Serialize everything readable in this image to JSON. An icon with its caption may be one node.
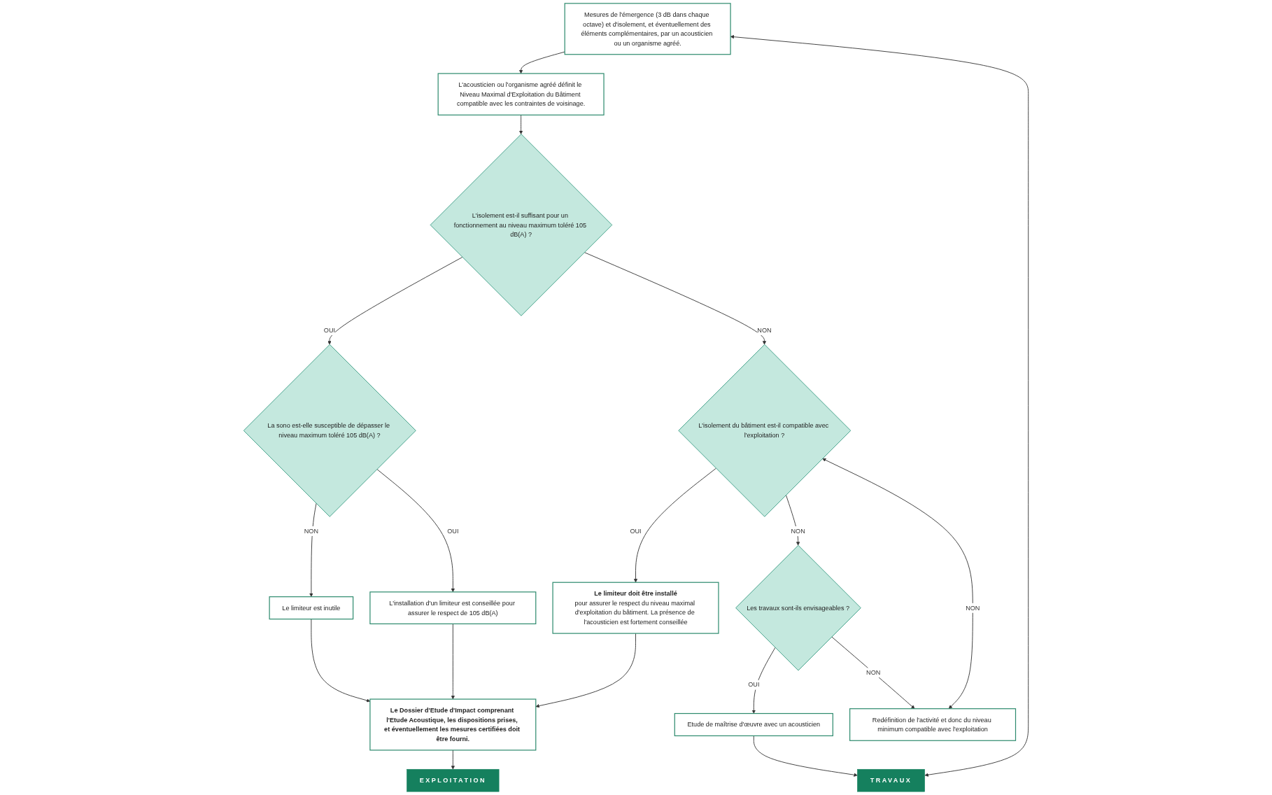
{
  "diagram": {
    "nodes": [
      {
        "text": [
          "Mesures de l'émergence (3 dB dans chaque octave) et d'isolement, et éventuellement des éléments complémentaires, par un acousticien ou un organisme agréé."
        ]
      },
      {
        "text": [
          "L'acousticien ou l'organisme agréé définit le Niveau Maximal d'Exploitation du Bâtiment compatible avec les contraintes de voisinage."
        ]
      },
      {
        "text": [
          "L'isolement est-il suffisant pour un fonctionnement au niveau maximum toléré 105 dB(A) ?"
        ]
      },
      {
        "text": [
          "La sono est-elle susceptible de dépasser le niveau maximum toléré 105 dB(A) ?"
        ]
      },
      {
        "text": [
          "L'isolement du bâtiment est-il compatible avec l'exploitation ?"
        ]
      },
      {
        "text": [
          "Le limiteur est inutile"
        ]
      },
      {
        "text": [
          "L'installation d'un limiteur est conseillée pour assurer le respect de 105 dB(A)"
        ]
      },
      {
        "text": [
          "Le limiteur doit être installé",
          "pour assurer le respect du niveau maximal d'exploitation du bâtiment. La présence de l'acousticien est fortement conseillée"
        ]
      },
      {
        "text": [
          "Les travaux sont-ils envisageables ?"
        ]
      },
      {
        "text": [
          "Le Dossier d'Etude d'Impact comprenant l'Etude Acoustique, les dispositions prises, et éventuellement les mesures certifiées doit être fourni."
        ]
      },
      {
        "text": [
          "Etude de maîtrise d'œuvre avec un acousticien"
        ]
      },
      {
        "text": [
          "Redéfinition de l'activité et donc du niveau minimum compatible avec l'exploitation"
        ]
      },
      {
        "text": [
          "EXPLOITATION"
        ]
      },
      {
        "text": [
          "TRAVAUX"
        ]
      }
    ],
    "edges": [
      {
        "from": 0,
        "to": 1,
        "arrow": "to"
      },
      {
        "from": 1,
        "to": 2,
        "arrow": "to"
      },
      {
        "from": 2,
        "to": 3,
        "label": "OUI",
        "arrow": "to"
      },
      {
        "from": 2,
        "to": 4,
        "label": "NON",
        "arrow": "to"
      },
      {
        "from": 3,
        "to": 5,
        "label": "NON",
        "arrow": "to"
      },
      {
        "from": 3,
        "to": 6,
        "label": "OUI",
        "arrow": "to"
      },
      {
        "from": 4,
        "to": 7,
        "label": "OUI",
        "arrow": "to"
      },
      {
        "from": 4,
        "to": 8,
        "label": "NON",
        "arrow": "to"
      },
      {
        "from": 8,
        "to": 10,
        "label": "OUI",
        "arrow": "to"
      },
      {
        "from": 8,
        "to": 11,
        "label": "NON",
        "arrow": "to"
      },
      {
        "from": 5,
        "to": 9,
        "arrow": "to"
      },
      {
        "from": 6,
        "to": 9,
        "arrow": "to"
      },
      {
        "from": 7,
        "to": 9,
        "arrow": "to"
      },
      {
        "from": 9,
        "to": 12,
        "arrow": "to"
      },
      {
        "from": 10,
        "to": 13,
        "arrow": "to"
      },
      {
        "from": 11,
        "to": 4,
        "label": "NON",
        "arrow": "both"
      },
      {
        "from": 13,
        "to": 0,
        "arrow": "both"
      }
    ]
  }
}
